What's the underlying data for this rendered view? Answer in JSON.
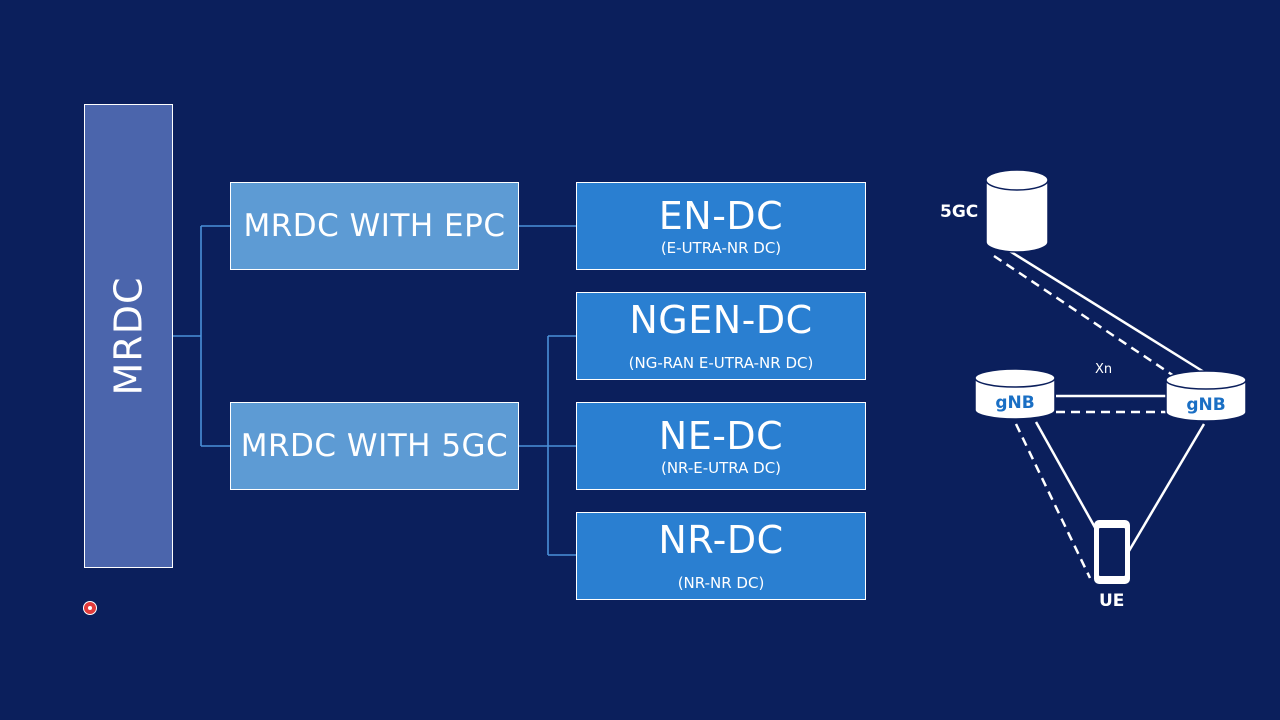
{
  "diagram": {
    "root": {
      "label": "MRDC"
    },
    "branches": [
      {
        "label": "MRDC WITH EPC",
        "children": [
          {
            "title": "EN-DC",
            "subtitle": "(E-UTRA-NR DC)"
          }
        ]
      },
      {
        "label": "MRDC WITH 5GC",
        "children": [
          {
            "title": "NGEN-DC",
            "subtitle": "(NG-RAN E-UTRA-NR DC)"
          },
          {
            "title": "NE-DC",
            "subtitle": "(NR-E-UTRA DC)"
          },
          {
            "title": "NR-DC",
            "subtitle": "(NR-NR DC)"
          }
        ]
      }
    ]
  },
  "network": {
    "core_label": "5GC",
    "node_left_label": "gNB",
    "node_right_label": "gNB",
    "interface_label": "Xn",
    "ue_label": "UE"
  },
  "colors": {
    "background": "#0b1f5c",
    "root_fill": "#4b65ac",
    "branch_fill": "#5d9bd4",
    "leaf_fill": "#2a7fd1",
    "gnb_text": "#1a6fc4",
    "line": "#ffffff",
    "connector": "#4a90d9"
  }
}
